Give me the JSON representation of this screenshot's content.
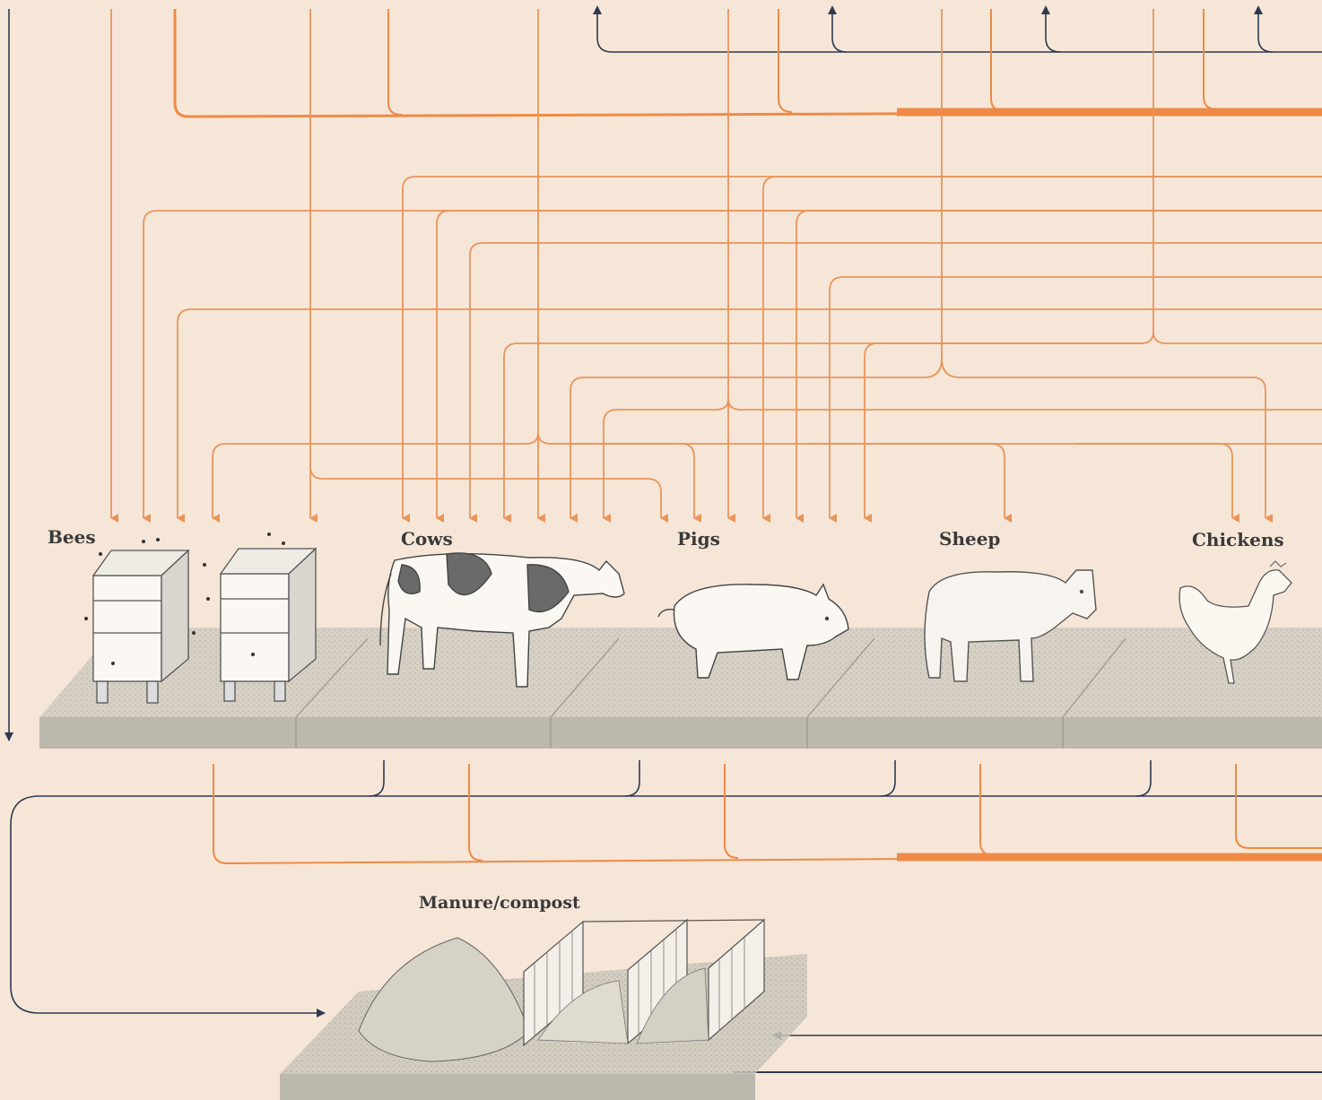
{
  "labels": {
    "bees": "Bees",
    "cows": "Cows",
    "pigs": "Pigs",
    "sheep": "Sheep",
    "chickens": "Chickens",
    "compost": "Manure/compost"
  },
  "colors": {
    "background": "#f6e6d8",
    "orange_flow": "#e8955a",
    "orange_heavy": "#ee8a45",
    "dark_flow": "#2f3a4f",
    "ground": "#c9c4b8",
    "ground_edge": "#a29e95"
  },
  "icons": {
    "bees": "beehive-icon",
    "cows": "cow-icon",
    "pigs": "pig-icon",
    "sheep": "sheep-icon",
    "chickens": "chicken-icon",
    "compost": "compost-bins-icon"
  }
}
